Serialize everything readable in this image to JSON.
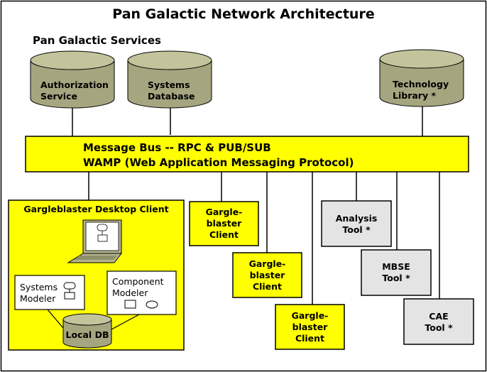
{
  "diagram": {
    "title": "Pan Galactic Network Architecture",
    "services_heading": "Pan Galactic Services",
    "services": [
      {
        "label": "Authorization\nService"
      },
      {
        "label": "Systems\nDatabase"
      },
      {
        "label": "Technology\nLibrary *"
      }
    ],
    "message_bus": {
      "line1": "Message Bus -- RPC & PUB/SUB",
      "line2": "WAMP (Web Application Messaging Protocol)"
    },
    "desktop_client": {
      "heading": "Gargleblaster Desktop Client",
      "systems_modeler": "Systems\nModeler",
      "component_modeler": "Component\nModeler",
      "local_db": "Local DB"
    },
    "clients": [
      {
        "label": "Gargle-\nblaster\nClient"
      },
      {
        "label": "Gargle-\nblaster\nClient"
      },
      {
        "label": "Gargle-\nblaster\nClient"
      }
    ],
    "tools": [
      {
        "label": "Analysis\nTool *"
      },
      {
        "label": "MBSE\nTool *"
      },
      {
        "label": "CAE\nTool *"
      }
    ],
    "colors": {
      "yellow": "#ffff00",
      "db_fill": "#a5a57f",
      "db_top": "#c4c49c",
      "tool_fill": "#e4e4e4",
      "laptop": "#b5b58e"
    }
  }
}
